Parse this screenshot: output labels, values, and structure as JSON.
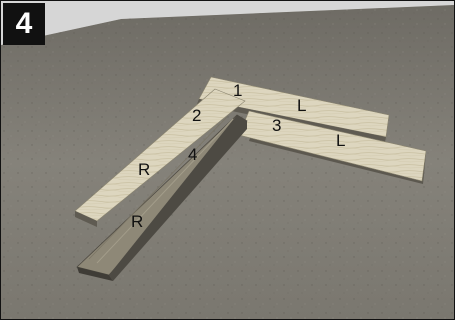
{
  "step": "4",
  "labels": {
    "piece_1": "1",
    "piece_2": "2",
    "piece_3": "3",
    "piece_4": "4",
    "left_upper": "L",
    "left_lower": "L",
    "right_upper": "R",
    "right_lower": "R"
  },
  "colors": {
    "floor": "#7d7a72",
    "floor_dark": "#5f5c55",
    "wall": "#cfcfcf",
    "wood_light": "#e2dcc8",
    "wood_mid": "#cfc7ad",
    "board_edge": "#6a665c",
    "border": "#111111"
  }
}
